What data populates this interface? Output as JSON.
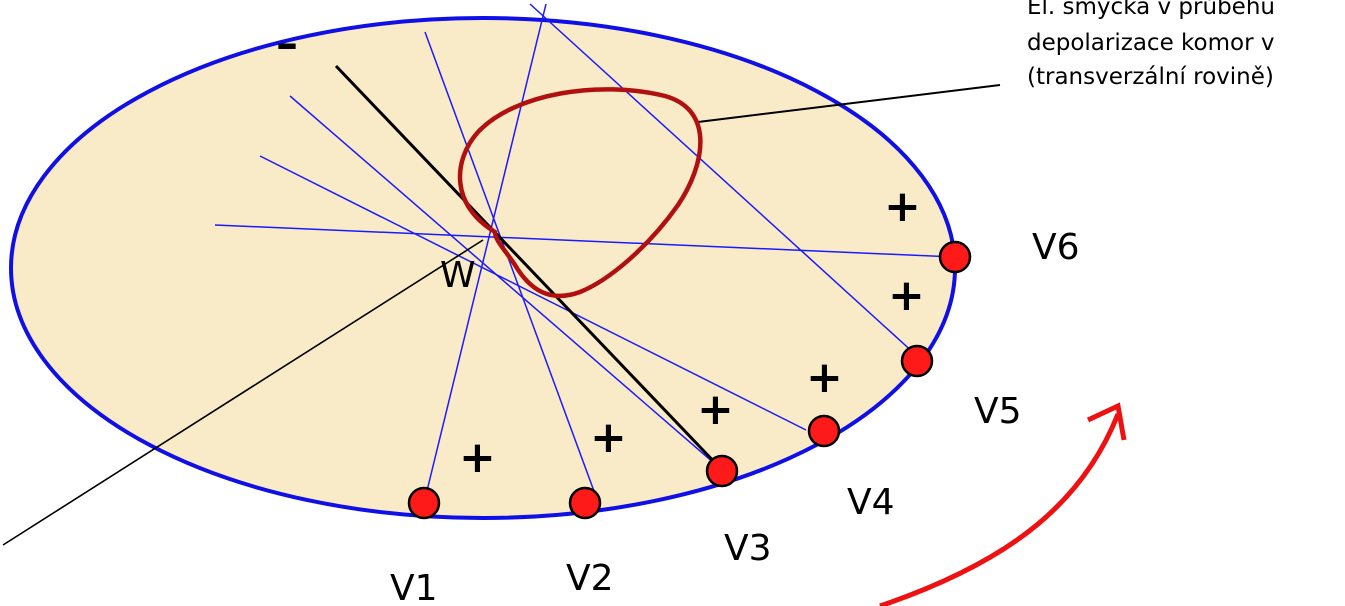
{
  "colors": {
    "ellipse_fill": "#faebc8",
    "ellipse_stroke": "#1010e6",
    "lead_line": "#1a1aff",
    "axis_line": "#000000",
    "loop": "#b01010",
    "electrode_fill": "#ff1a1a",
    "electrode_stroke": "#000000",
    "arrow": "#ee1111"
  },
  "annotation": {
    "line1": "El. smyčka v průběhu",
    "line2": "depolarizace komor v",
    "line3": "(transverzální rovině)"
  },
  "center_label": "W",
  "negative_sign": "–",
  "positive_sign": "+",
  "leads": [
    {
      "label": "V1"
    },
    {
      "label": "V2"
    },
    {
      "label": "V3"
    },
    {
      "label": "V4"
    },
    {
      "label": "V5"
    },
    {
      "label": "V6"
    }
  ]
}
